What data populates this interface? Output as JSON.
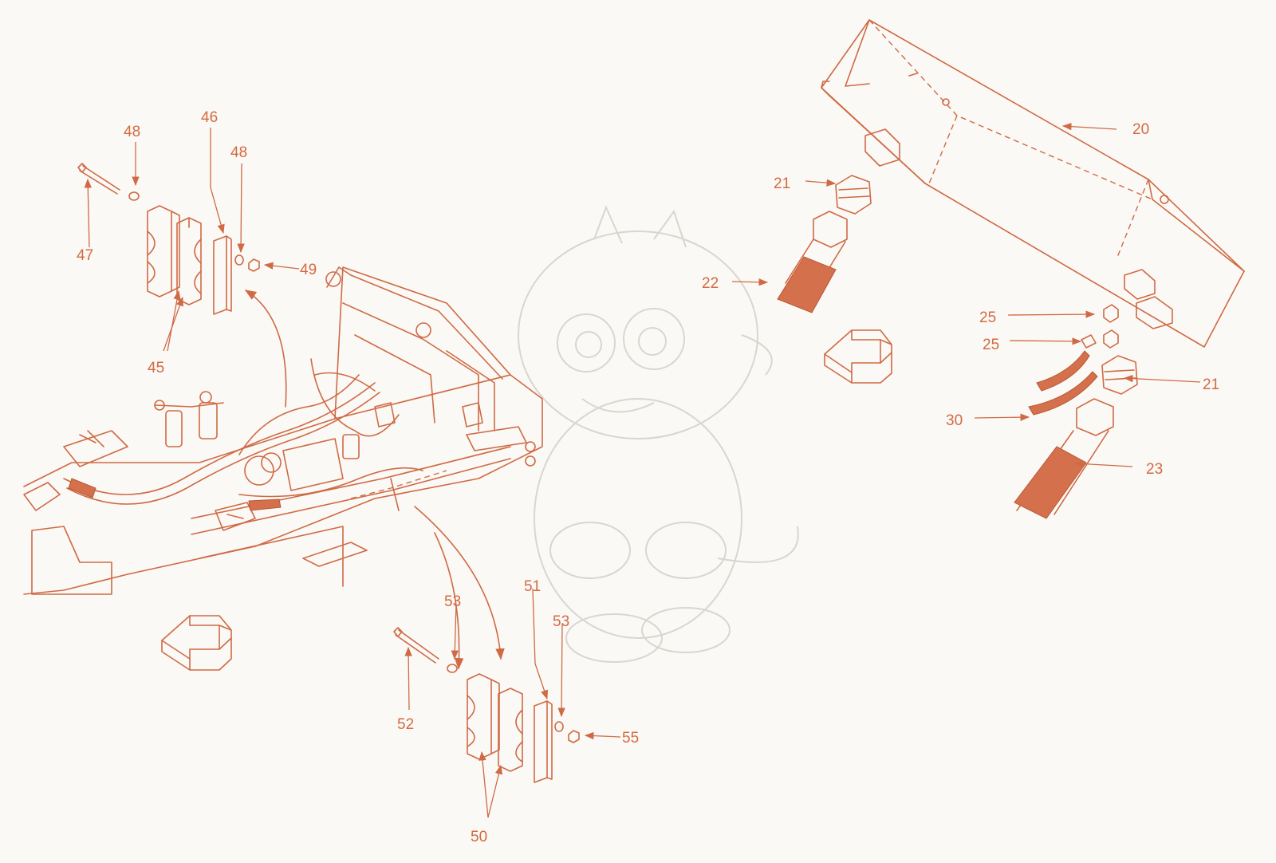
{
  "diagram": {
    "colors": {
      "line": "#cf6a45",
      "hose_fill": "#d4704c",
      "background": "#fbf9f5",
      "watermark": "#d9d6d2"
    },
    "watermark": "dragon-mascot",
    "callouts": {
      "c20": "20",
      "c21a": "21",
      "c21b": "21",
      "c22": "22",
      "c23": "23",
      "c25a": "25",
      "c25b": "25",
      "c30": "30",
      "c45": "45",
      "c46": "46",
      "c47": "47",
      "c48a": "48",
      "c48b": "48",
      "c49": "49",
      "c50": "50",
      "c51": "51",
      "c52": "52",
      "c53a": "53",
      "c53b": "53",
      "c55": "55"
    }
  }
}
